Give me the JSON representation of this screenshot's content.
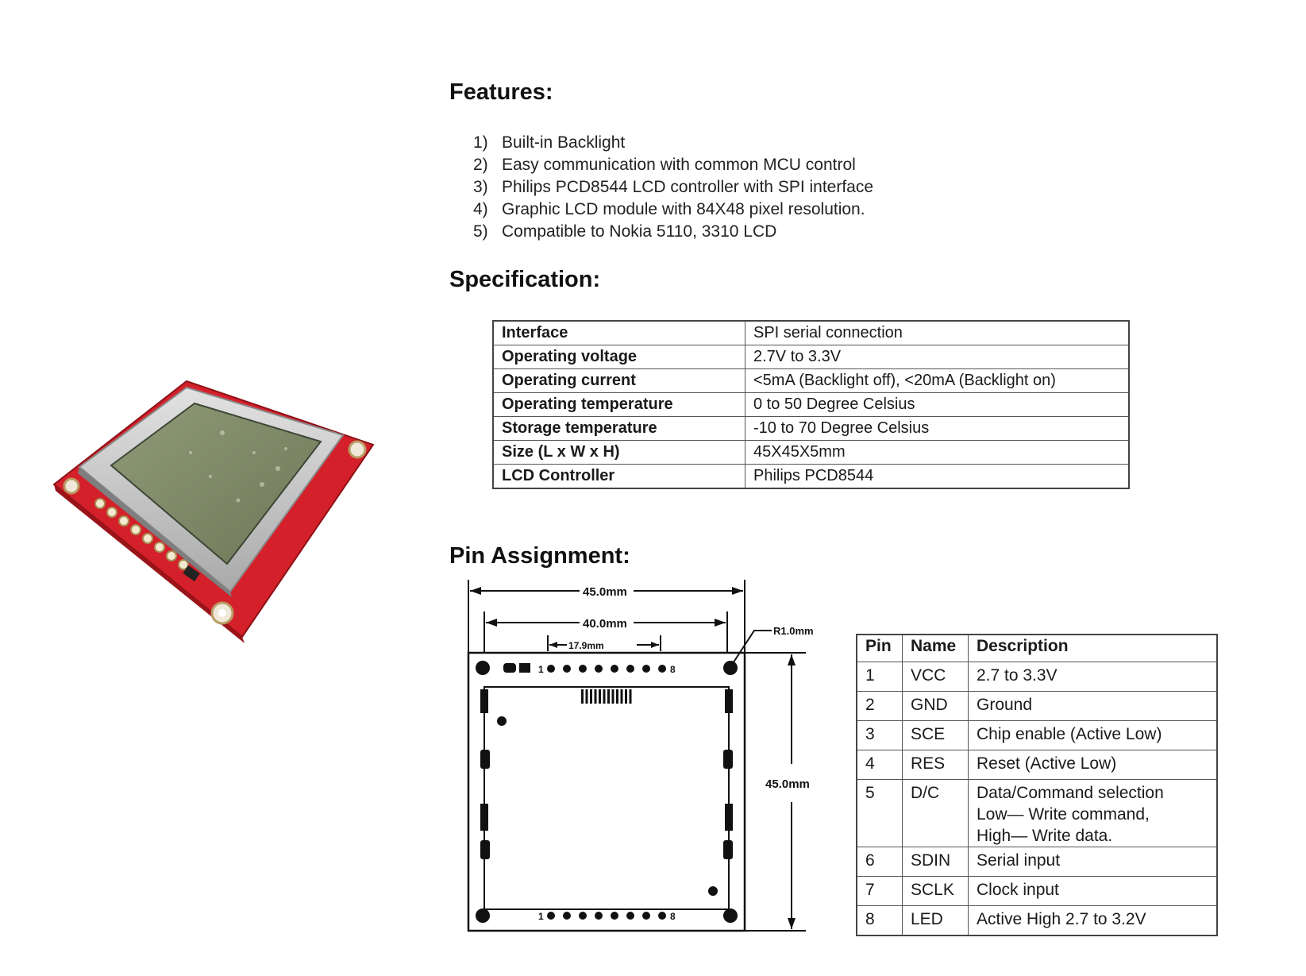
{
  "features": {
    "title": "Features:",
    "items": [
      {
        "num": "1)",
        "text": "Built-in Backlight"
      },
      {
        "num": "2)",
        "text": "Easy communication with common MCU control"
      },
      {
        "num": "3)",
        "text": "Philips PCD8544  LCD controller with SPI interface"
      },
      {
        "num": "4)",
        "text": "Graphic LCD module with 84X48 pixel resolution."
      },
      {
        "num": "5)",
        "text": "Compatible to Nokia 5110, 3310 LCD"
      }
    ]
  },
  "specification": {
    "title": "Specification:",
    "rows": [
      {
        "key": "Interface",
        "value": "SPI serial connection"
      },
      {
        "key": "Operating voltage",
        "value": "2.7V to 3.3V"
      },
      {
        "key": "Operating current",
        "value": "<5mA (Backlight off), <20mA (Backlight on)"
      },
      {
        "key": "Operating temperature",
        "value": "0 to 50 Degree Celsius"
      },
      {
        "key": "Storage temperature",
        "value": "-10 to 70 Degree Celsius"
      },
      {
        "key": "Size (L x W x H)",
        "value": "45X45X5mm"
      },
      {
        "key": "LCD Controller",
        "value": "Philips PCD8544"
      }
    ]
  },
  "pin_assignment": {
    "title": "Pin Assignment:",
    "headers": {
      "pin": "Pin",
      "name": "Name",
      "description": "Description"
    },
    "rows": [
      {
        "pin": "1",
        "name": "VCC",
        "desc": [
          "2.7 to 3.3V"
        ]
      },
      {
        "pin": "2",
        "name": "GND",
        "desc": [
          "Ground"
        ]
      },
      {
        "pin": "3",
        "name": "SCE",
        "desc": [
          "Chip enable  (Active Low)"
        ]
      },
      {
        "pin": "4",
        "name": "RES",
        "desc": [
          "Reset  (Active Low)"
        ]
      },
      {
        "pin": "5",
        "name": "D/C",
        "desc": [
          "Data/Command selection",
          "Low— Write command,",
          "High— Write data."
        ]
      },
      {
        "pin": "6",
        "name": "SDIN",
        "desc": [
          "Serial input"
        ]
      },
      {
        "pin": "7",
        "name": "SCLK",
        "desc": [
          "Clock input"
        ]
      },
      {
        "pin": "8",
        "name": "LED",
        "desc": [
          "Active High 2.7 to 3.2V"
        ]
      }
    ]
  },
  "diagram": {
    "dim_width_outer": "45.0mm",
    "dim_width_holes": "40.0mm",
    "dim_pin_span": "17.9mm",
    "dim_radius": "R1.0mm",
    "dim_height": "45.0mm",
    "pin_first": "1",
    "pin_last": "8"
  },
  "colors": {
    "pcb_red": "#d8232a",
    "lcd_glass": "#7c8667",
    "bezel": "#c9c9c9"
  }
}
